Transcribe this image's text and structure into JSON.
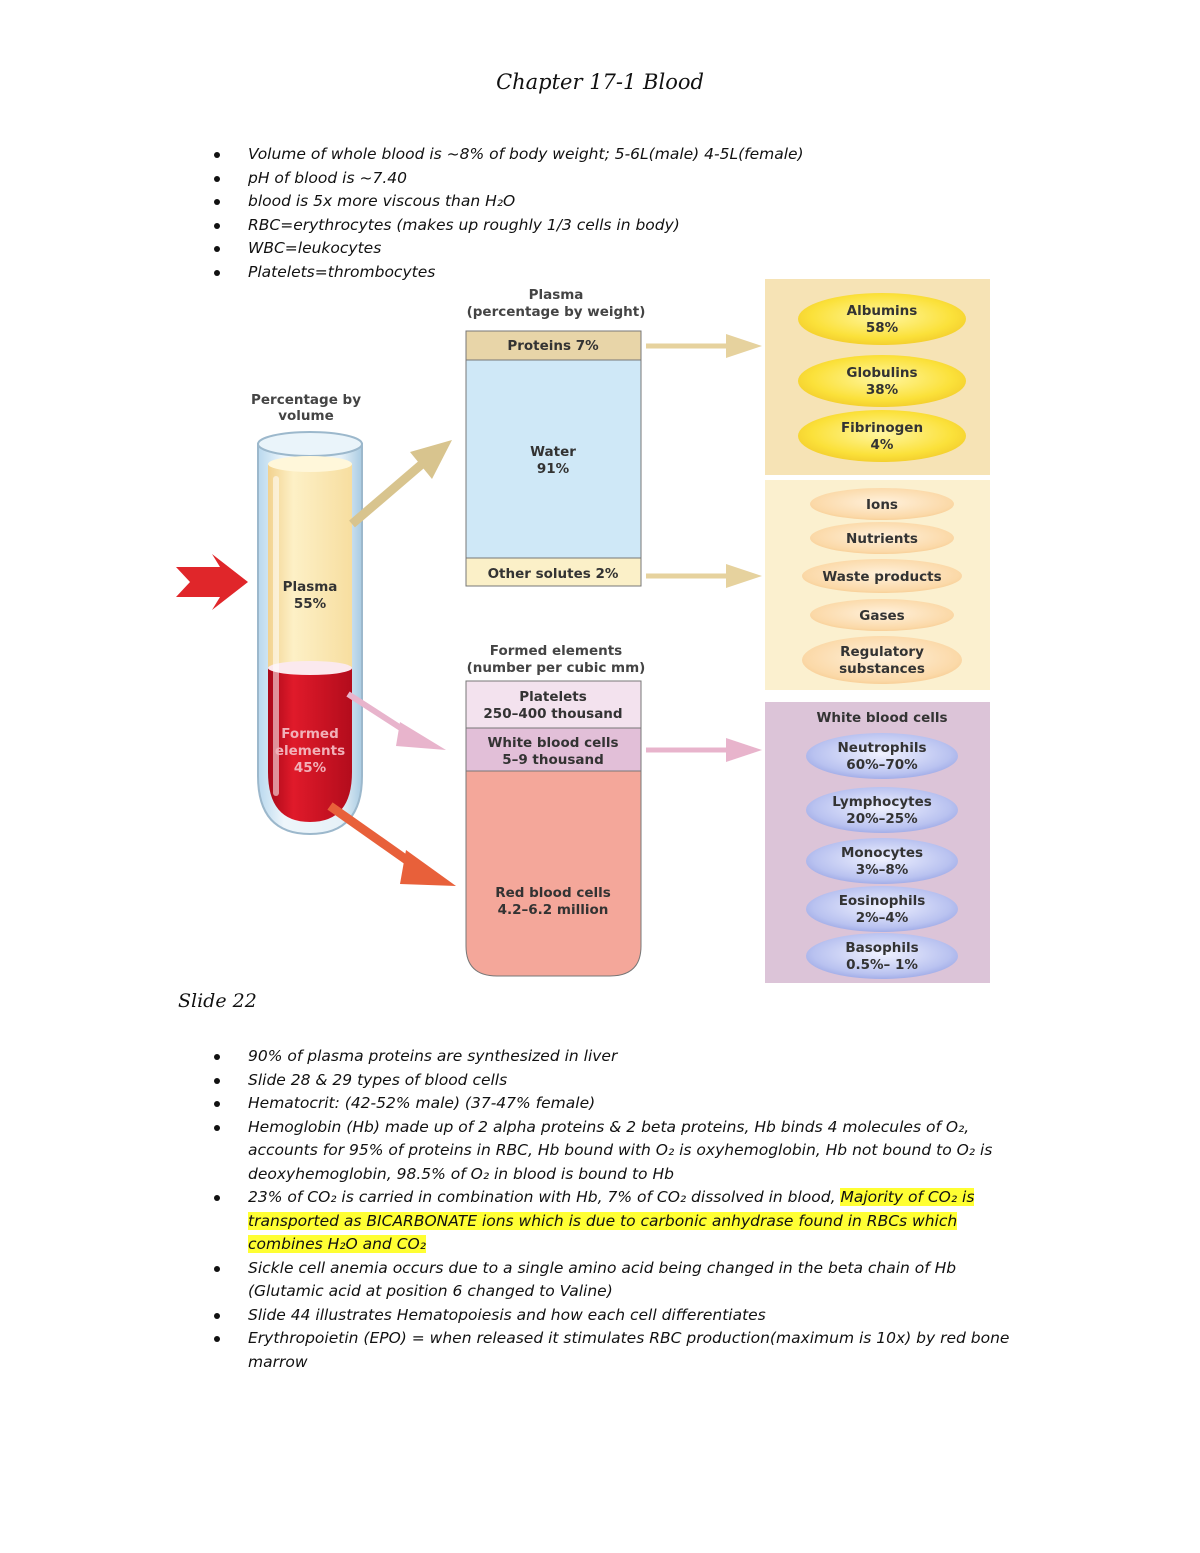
{
  "title": "Chapter 17-1 Blood",
  "bullets_top": [
    "Volume of whole blood is ~8% of body weight; 5-6L(male) 4-5L(female)",
    "pH of blood is ~7.40",
    "blood is 5x more viscous than H₂O",
    "RBC=erythrocytes (makes up roughly 1/3 cells in body)",
    "WBC=leukocytes",
    "Platelets=thrombocytes"
  ],
  "diagram": {
    "tube_heading": [
      "Percentage by",
      "volume"
    ],
    "tube_plasma": [
      "Plasma",
      "55%"
    ],
    "tube_formed": [
      "Formed",
      "elements",
      "45%"
    ],
    "plasma_heading": [
      "Plasma",
      "(percentage by weight)"
    ],
    "plasma_proteins": "Proteins 7%",
    "plasma_water": [
      "Water",
      "91%"
    ],
    "plasma_other": "Other solutes 2%",
    "formed_heading": [
      "Formed elements",
      "(number per cubic mm)"
    ],
    "platelets": [
      "Platelets",
      "250–400 thousand"
    ],
    "wbc": [
      "White blood cells",
      "5–9 thousand"
    ],
    "rbc": [
      "Red blood cells",
      "4.2–6.2 million"
    ],
    "proteins_list": [
      [
        "Albumins",
        "58%"
      ],
      [
        "Globulins",
        "38%"
      ],
      [
        "Fibrinogen",
        "4%"
      ]
    ],
    "solutes_list": [
      [
        "Ions"
      ],
      [
        "Nutrients"
      ],
      [
        "Waste products"
      ],
      [
        "Gases"
      ],
      [
        "Regulatory",
        "substances"
      ]
    ],
    "wbc_heading": "White blood cells",
    "wbc_list": [
      [
        "Neutrophils",
        "60%–70%"
      ],
      [
        "Lymphocytes",
        "20%–25%"
      ],
      [
        "Monocytes",
        "3%–8%"
      ],
      [
        "Eosinophils",
        "2%–4%"
      ],
      [
        "Basophils",
        "0.5%– 1%"
      ]
    ],
    "colors": {
      "plasma_fill": "#fbe9b8",
      "blood_red": "#cc1020",
      "water_blue": "#cfe8f7",
      "proteins_tan": "#e8d5a8",
      "rbc_pink": "#f4a79a",
      "wbc_panel": "#dcc4d8",
      "protein_panel": "#f6e3b5",
      "solutes_panel": "#fbf0cf"
    }
  },
  "slide_label": "Slide 22",
  "bullets_bottom": [
    {
      "parts": [
        {
          "t": "90% of plasma proteins are synthesized in liver"
        }
      ]
    },
    {
      "parts": [
        {
          "t": "Slide 28 & 29 types of blood cells"
        }
      ]
    },
    {
      "parts": [
        {
          "t": "Hematocrit: (42-52% male) (37-47% female)"
        }
      ]
    },
    {
      "parts": [
        {
          "t": "Hemoglobin (Hb) made up of 2 alpha proteins & 2 beta proteins, Hb binds 4 molecules of O₂, accounts for 95% of proteins in RBC, Hb bound with O₂ is oxyhemoglobin, Hb not bound to O₂ is deoxyhemoglobin, 98.5% of O₂ in blood is bound to Hb"
        }
      ]
    },
    {
      "parts": [
        {
          "t": "23% of CO₂ is carried in combination with Hb, 7% of CO₂ dissolved in blood, "
        },
        {
          "t": "Majority of CO₂ is transported as BICARBONATE ions which is due to carbonic anhydrase found in RBCs which combines H₂O and CO₂",
          "hl": true
        }
      ]
    },
    {
      "parts": [
        {
          "t": "Sickle cell anemia occurs due to a single amino acid being changed in the beta chain of Hb (Glutamic acid at position 6 changed to Valine)"
        }
      ]
    },
    {
      "parts": [
        {
          "t": "Slide 44 illustrates Hematopoiesis and how each cell differentiates"
        }
      ]
    },
    {
      "parts": [
        {
          "t": "Erythropoietin (EPO) = when released it stimulates RBC production(maximum is 10x) by red bone marrow"
        }
      ]
    }
  ]
}
